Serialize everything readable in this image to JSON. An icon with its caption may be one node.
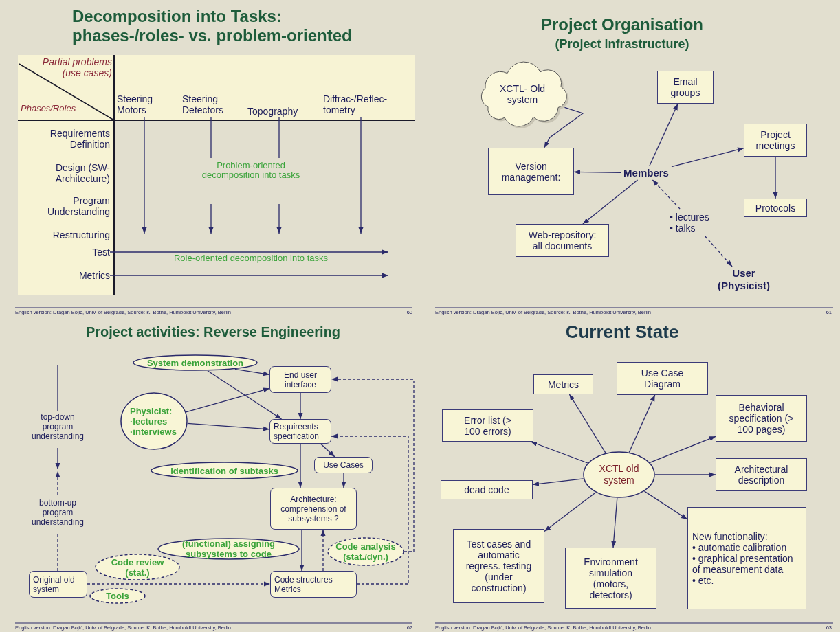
{
  "diagram": {
    "nodes": [
      {
        "text": [
          "Steering Motors"
        ]
      },
      {
        "text": [
          "Steering Detectors"
        ]
      },
      {
        "text": [
          "Topography"
        ]
      },
      {
        "text": [
          "Diffrac-/Reflec- tometry"
        ]
      },
      {
        "text": [
          "Test"
        ]
      },
      {
        "text": [
          "Metrics"
        ]
      },
      {
        "text": [
          "XCTL- Old system"
        ]
      },
      {
        "text": [
          "Email groups"
        ]
      },
      {
        "text": [
          "Version management:"
        ]
      },
      {
        "text": [
          "Members"
        ]
      },
      {
        "text": [
          "Project meetings"
        ]
      },
      {
        "text": [
          "Protocols"
        ]
      },
      {
        "text": [
          "• lectures",
          "• talks"
        ]
      },
      {
        "text": [
          "Web-repository: all documents"
        ]
      },
      {
        "text": [
          "User (Physicist)"
        ]
      },
      {
        "text": [
          "System demonstration"
        ]
      },
      {
        "text": [
          "End user interface"
        ]
      },
      {
        "text": [
          "Physicist:",
          "·lectures",
          "·interviews"
        ]
      },
      {
        "text": [
          "Requireents specification"
        ]
      },
      {
        "text": [
          "identification of subtasks"
        ]
      },
      {
        "text": [
          "Use Cases"
        ]
      },
      {
        "text": [
          "Architecture: comprehension of subsystems ?"
        ]
      },
      {
        "text": [
          "(functional) assigning subsystems to code"
        ]
      },
      {
        "text": [
          "Code analysis (stat./dyn.)"
        ]
      },
      {
        "text": [
          "Code review (stat.)"
        ]
      },
      {
        "text": [
          "Original old system"
        ]
      },
      {
        "text": [
          "Tools"
        ]
      },
      {
        "text": [
          "Code structures Metrics"
        ]
      },
      {
        "text": [
          "Metrics"
        ]
      },
      {
        "text": [
          "Use Case Diagram"
        ]
      },
      {
        "text": [
          "Error list (> 100 errors)"
        ]
      },
      {
        "text": [
          "Behavioral specification (> 100 pages)"
        ]
      },
      {
        "text": [
          "XCTL old system"
        ]
      },
      {
        "text": [
          "dead code"
        ]
      },
      {
        "text": [
          "Architectural description"
        ]
      },
      {
        "text": [
          "New functionality:",
          "• automatic calibration",
          "• graphical presentation of measurement data",
          "• etc."
        ]
      },
      {
        "text": [
          "Test cases and automatic regress. testing (under construction)"
        ]
      },
      {
        "text": [
          "Environment simulation (motors, detectors)"
        ]
      }
    ],
    "edges": [
      {
        "from": 0,
        "to": null,
        "arrow": "to"
      },
      {
        "from": 1,
        "to": null,
        "arrow": "to"
      },
      {
        "from": 2,
        "to": null,
        "arrow": "to"
      },
      {
        "from": 3,
        "to": null,
        "arrow": "to"
      },
      {
        "from": 4,
        "to": null,
        "arrow": "to"
      },
      {
        "from": 5,
        "to": null,
        "arrow": "to"
      },
      {
        "from": 6,
        "to": 8,
        "arrow": "to"
      },
      {
        "from": 9,
        "to": 8,
        "arrow": "to"
      },
      {
        "from": 9,
        "to": 7,
        "arrow": "to"
      },
      {
        "from": 9,
        "to": 10,
        "arrow": "to"
      },
      {
        "from": 10,
        "to": 11,
        "arrow": "to"
      },
      {
        "from": 9,
        "to": 13,
        "arrow": "to"
      },
      {
        "from": 12,
        "to": 9,
        "arrow": "to",
        "style": "dashed"
      },
      {
        "from": 12,
        "to": 14,
        "arrow": "to",
        "style": "dashed"
      },
      {
        "from": 15,
        "to": 16,
        "arrow": "to"
      },
      {
        "from": 15,
        "to": 18,
        "arrow": "to"
      },
      {
        "from": 17,
        "to": 16,
        "arrow": "to"
      },
      {
        "from": 17,
        "to": 18,
        "arrow": "to"
      },
      {
        "from": 16,
        "to": 18,
        "arrow": "to"
      },
      {
        "from": 18,
        "to": 20,
        "arrow": "to"
      },
      {
        "from": 18,
        "to": 21,
        "arrow": "to"
      },
      {
        "from": 20,
        "to": 21,
        "arrow": "to"
      },
      {
        "from": 21,
        "to": 27,
        "arrow": "to"
      },
      {
        "from": 27,
        "to": 21,
        "arrow": "to",
        "style": "dashed"
      },
      {
        "from": 27,
        "to": 18,
        "arrow": "to",
        "style": "dashed"
      },
      {
        "from": 23,
        "to": 16,
        "arrow": "to",
        "style": "dashed"
      },
      {
        "from": 25,
        "to": 27,
        "arrow": "to",
        "style": "dashed"
      },
      {
        "from": 25,
        "to": null,
        "arrow": "to",
        "style": "dashed"
      },
      {
        "from": 32,
        "to": 28,
        "arrow": "to"
      },
      {
        "from": 32,
        "to": 29,
        "arrow": "to"
      },
      {
        "from": 32,
        "to": 30,
        "arrow": "to"
      },
      {
        "from": 32,
        "to": 31,
        "arrow": "to"
      },
      {
        "from": 32,
        "to": 33,
        "arrow": "to"
      },
      {
        "from": 32,
        "to": 34,
        "arrow": "to"
      },
      {
        "from": 32,
        "to": 35,
        "arrow": "to"
      },
      {
        "from": 32,
        "to": 36,
        "arrow": "to"
      },
      {
        "from": 32,
        "to": 37,
        "arrow": "to"
      }
    ],
    "labels": [
      "Decomposition into Tasks: phases-/roles- vs. problem-oriented",
      "Partial problems (use cases)",
      "Phases/Roles",
      "Requirements Definition",
      "Design (SW- Architecture)",
      "Program Understanding",
      "Restructuring",
      "Problem-oriented decomposition into tasks",
      "Role-oriented decomposition into tasks",
      "English version: Dragan Bojić, Univ. of Belgrade, Source: K. Bothe, Humboldt University, Berlin",
      "60",
      "Project Organisation",
      "(Project infrastructure)",
      "English version: Dragan Bojić, Univ. of Belgrade, Source: K. Bothe, Humboldt University, Berlin",
      "61",
      "Project activities: Reverse Engineering",
      "top-down program understanding",
      "bottom-up program understanding",
      "English version: Dragan Bojić, Univ. of Belgrade, Source: K. Bothe, Humboldt University, Berlin",
      "62",
      "Current State",
      "English version: Dragan Bojić, Univ. of Belgrade, Source: K. Bothe, Humboldt University, Berlin",
      "63"
    ]
  }
}
